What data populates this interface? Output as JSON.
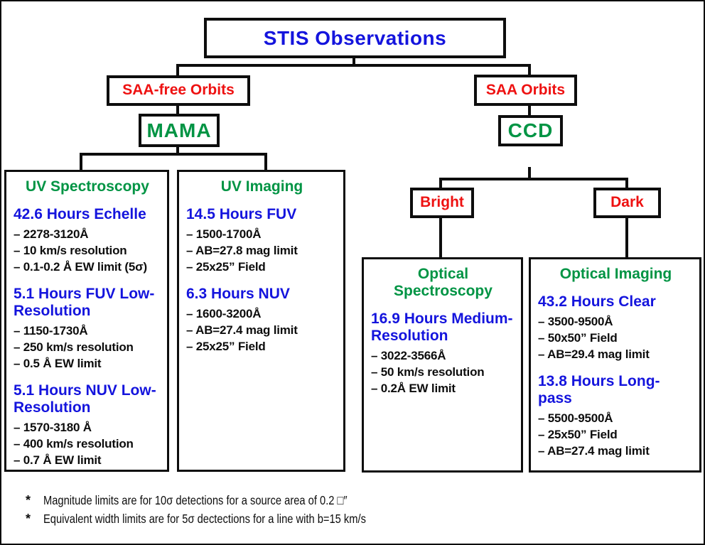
{
  "palette": {
    "blue": "#1414dd",
    "green": "#009444",
    "red": "#ee1111",
    "ink": "#0d0d0d"
  },
  "title": "STIS Observations",
  "nodes": {
    "saa_free": "SAA-free Orbits",
    "saa": "SAA Orbits",
    "mama": "MAMA",
    "ccd": "CCD",
    "bright": "Bright",
    "dark": "Dark"
  },
  "detail_boxes": [
    {
      "id": "uv-spectroscopy",
      "heading": "UV Spectroscopy",
      "sections": [
        {
          "title": "42.6 Hours Echelle",
          "bullets": [
            "– 2278-3120Å",
            "– 10 km/s resolution",
            "– 0.1-0.2 Å EW limit (5σ)"
          ]
        },
        {
          "title": "5.1 Hours FUV Low-Resolution",
          "bullets": [
            "– 1150-1730Å",
            "– 250 km/s resolution",
            "– 0.5 Å EW limit"
          ]
        },
        {
          "title": "5.1 Hours NUV Low-Resolution",
          "bullets": [
            "– 1570-3180 Å",
            "– 400 km/s resolution",
            "– 0.7 Å EW limit"
          ]
        }
      ]
    },
    {
      "id": "uv-imaging",
      "heading": "UV Imaging",
      "sections": [
        {
          "title": "14.5 Hours FUV",
          "bullets": [
            "– 1500-1700Å",
            "– AB=27.8 mag limit",
            "– 25x25” Field"
          ]
        },
        {
          "title": "6.3 Hours NUV",
          "bullets": [
            "– 1600-3200Å",
            "– AB=27.4 mag limit",
            "– 25x25” Field"
          ]
        }
      ]
    },
    {
      "id": "optical-spectroscopy",
      "heading": "Optical Spectroscopy",
      "sections": [
        {
          "title": "16.9 Hours Medium-Resolution",
          "bullets": [
            "– 3022-3566Å",
            "– 50 km/s resolution",
            "– 0.2Å EW limit"
          ]
        }
      ]
    },
    {
      "id": "optical-imaging",
      "heading": "Optical Imaging",
      "sections": [
        {
          "title": "43.2 Hours Clear",
          "bullets": [
            "– 3500-9500Å",
            "– 50x50” Field",
            "– AB=29.4 mag limit"
          ]
        },
        {
          "title": "13.8 Hours Long-pass",
          "bullets": [
            "– 5500-9500Å",
            "– 25x50” Field",
            "– AB=27.4 mag limit"
          ]
        }
      ]
    }
  ],
  "footnotes": [
    {
      "marker": "*",
      "text": "Magnitude limits are for 10σ detections for a source area of 0.2 □″"
    },
    {
      "marker": "*",
      "text": "Equivalent width limits are for 5σ dectections for a line with b=15 km/s"
    }
  ]
}
